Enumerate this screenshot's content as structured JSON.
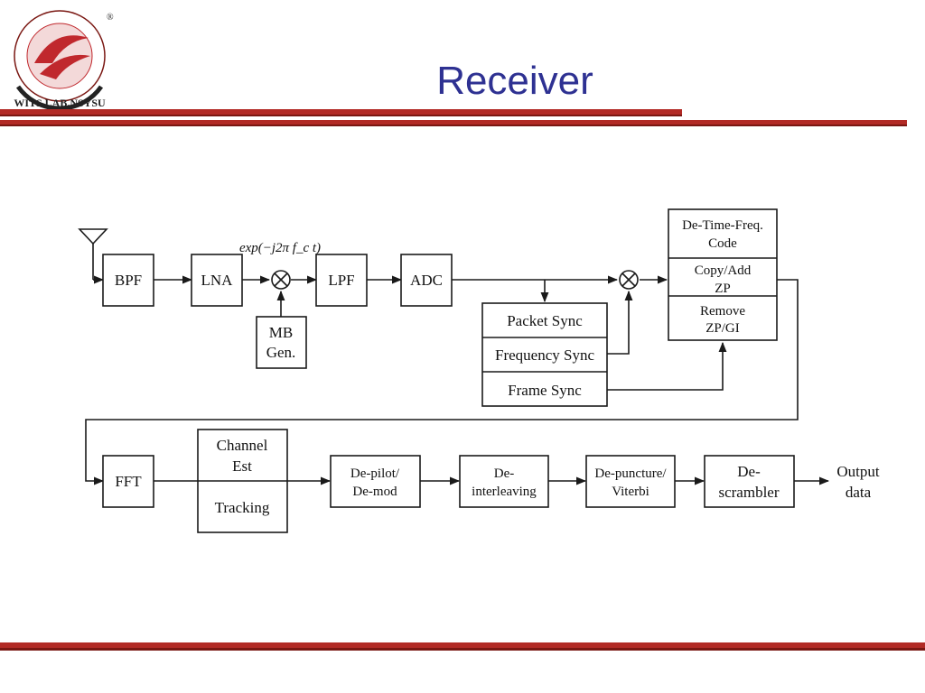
{
  "title": "Receiver",
  "logo": {
    "name": "WITS LAB.NSYSU",
    "registered": "®",
    "colors": {
      "primary": "#c0282d",
      "dark": "#222222"
    }
  },
  "colors": {
    "title": "#2e3192",
    "bar_red": "#b22a25",
    "bar_dark": "#7a1712",
    "line": "#1a1a1a"
  },
  "diagram": {
    "oscillator_label": "exp(−j2π f_c t)",
    "blocks": {
      "bpf": "BPF",
      "lna": "LNA",
      "mb_gen": [
        "MB",
        "Gen."
      ],
      "lpf": "LPF",
      "adc": "ADC",
      "sync": [
        "Packet Sync",
        "Frequency Sync",
        "Frame Sync"
      ],
      "deproc": [
        [
          "De-Time-Freq.",
          "Code"
        ],
        [
          "Copy/Add",
          "ZP"
        ],
        [
          "Remove",
          "ZP/GI"
        ]
      ],
      "fft": "FFT",
      "chan": [
        [
          "Channel",
          "Est"
        ],
        [
          "Tracking"
        ]
      ],
      "depilot": [
        "De-pilot/",
        "De-mod"
      ],
      "deinterleave": [
        "De-",
        "interleaving"
      ],
      "depuncture": [
        "De-puncture/",
        "Viterbi"
      ],
      "descramble": [
        "De-",
        "scrambler"
      ],
      "output": [
        "Output",
        "data"
      ]
    }
  }
}
